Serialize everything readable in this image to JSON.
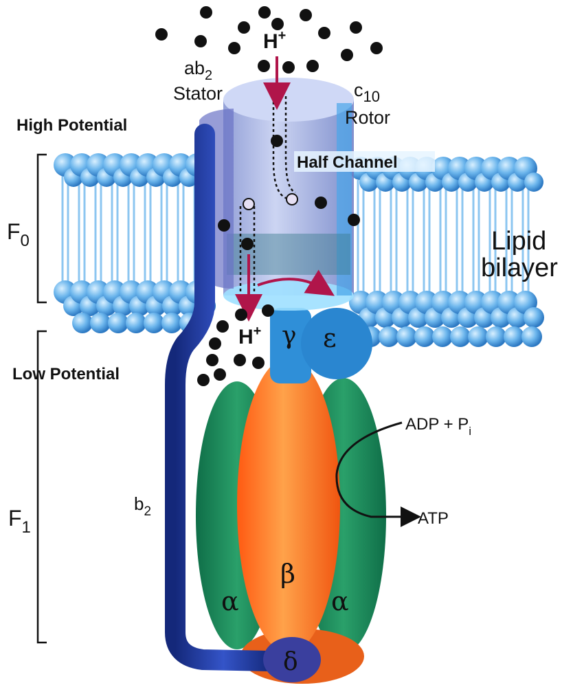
{
  "labels": {
    "proton_top": "H",
    "proton_top_sup": "+",
    "stator_line1_main": "ab",
    "stator_line1_sub": "2",
    "stator_line2": "Stator",
    "rotor_line1_main": "c",
    "rotor_line1_sub": "10",
    "rotor_line2": "Rotor",
    "high_potential": "High Potential",
    "half_channel": "Half Channel",
    "lipid_line1": "Lipid",
    "lipid_line2": "bilayer",
    "f0_main": "F",
    "f0_sub": "0",
    "f1_main": "F",
    "f1_sub": "1",
    "low_potential": "Low Potential",
    "proton_bottom": "H",
    "proton_bottom_sup": "+",
    "gamma": "γ",
    "epsilon": "ε",
    "adp_main": "ADP + P",
    "adp_sub": "i",
    "atp": "ATP",
    "b2_main": "b",
    "b2_sub": "2",
    "beta": "β",
    "alpha_left": "α",
    "alpha_right": "α",
    "delta": "δ"
  },
  "colors": {
    "membrane_blue": "#5aa9e6",
    "stator_arm": "#1f3aa0",
    "alpha_green": "#1f8a5a",
    "beta_orange": "#ff7a2a",
    "rotor_glass": "#a9b8e8",
    "arrow_red": "#b0154a",
    "delta_purple": "#3a3f9e",
    "gamma_blue": "#2f8fd8"
  }
}
